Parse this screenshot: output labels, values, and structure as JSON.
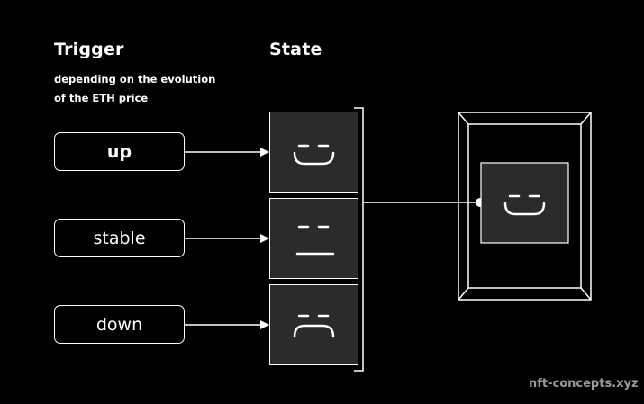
{
  "trigger_column": {
    "title": "Trigger",
    "subtitle_line1": "depending on the evolution",
    "subtitle_line2": "of the ETH price"
  },
  "state_column": {
    "title": "State"
  },
  "triggers": [
    {
      "label": "up"
    },
    {
      "label": "stable"
    },
    {
      "label": "down"
    }
  ],
  "states": [
    {
      "face": "happy-face-icon"
    },
    {
      "face": "neutral-face-icon"
    },
    {
      "face": "sad-face-icon"
    }
  ],
  "display_frame": {
    "face": "happy-face-icon"
  },
  "watermark": "nft-concepts.xyz",
  "colors": {
    "background": "#000000",
    "foreground": "#ffffff",
    "state_fill": "#2b2b2b",
    "watermark": "#9a9a9a"
  }
}
